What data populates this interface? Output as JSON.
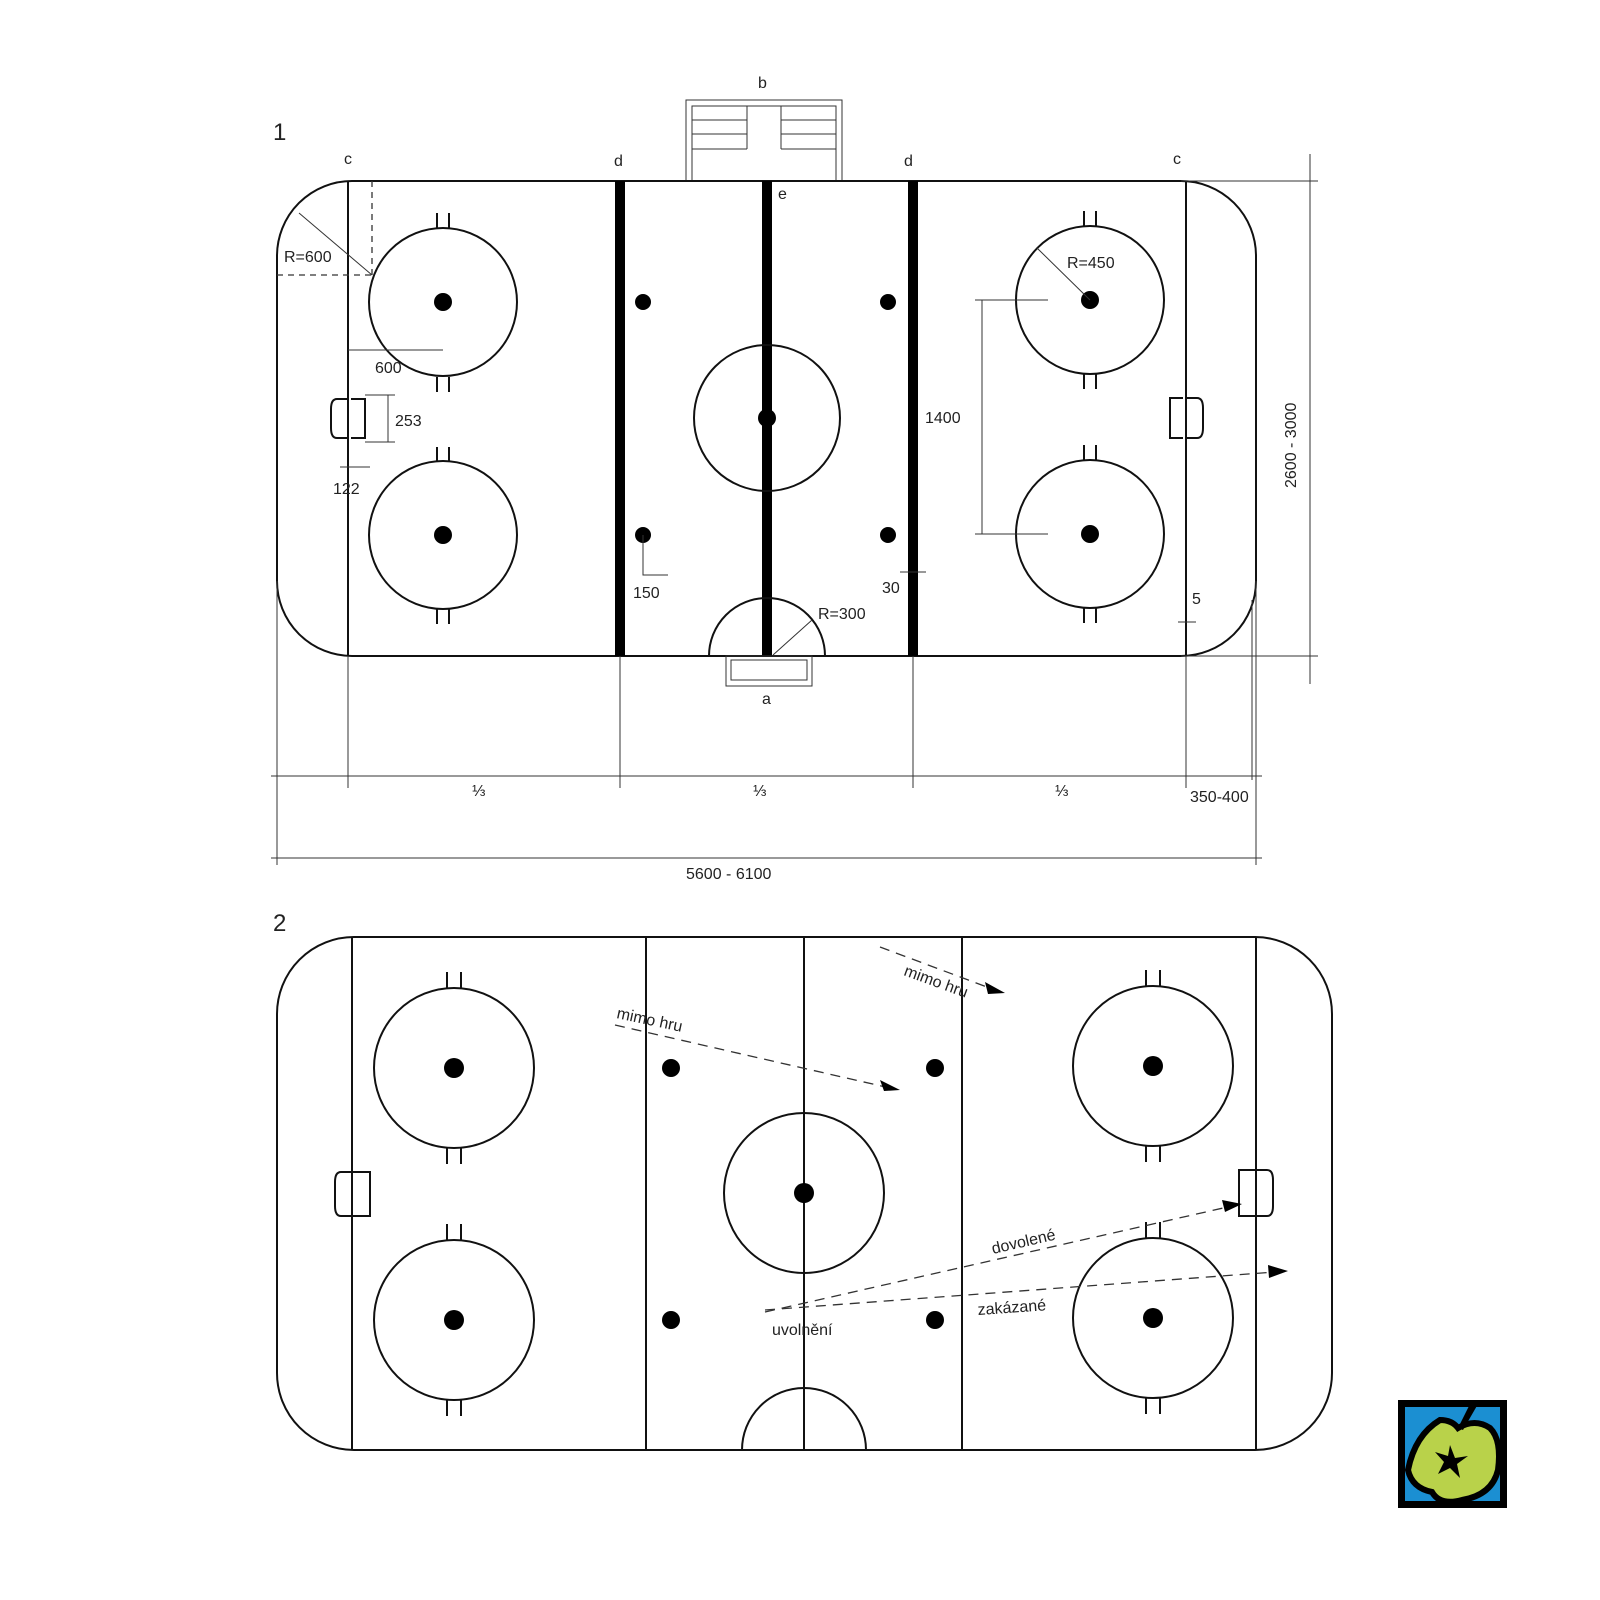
{
  "figure1": {
    "number": "1",
    "labels": {
      "a": "a",
      "b": "b",
      "c_left": "c",
      "c_right": "c",
      "d_left": "d",
      "d_right": "d",
      "e": "e"
    },
    "dimensions": {
      "corner_radius": "R=600",
      "circle_radius": "R=450",
      "center_radius": "R=300",
      "d600": "600",
      "d253": "253",
      "d122": "122",
      "d150": "150",
      "d30": "30",
      "d1400": "1400",
      "d5": "5",
      "third1": "⅓",
      "third2": "⅓",
      "third3": "⅓",
      "end_zone": "350-400",
      "total_length": "5600 - 6100",
      "total_width": "2600 - 3000"
    }
  },
  "figure2": {
    "number": "2",
    "arrows": {
      "offside1": "mimo hru",
      "offside2": "mimo hru",
      "allowed": "dovolené",
      "forbidden": "zakázané",
      "release": "uvolnění"
    }
  },
  "logo": {
    "colors": {
      "bg": "#1b8fd2",
      "apple": "#b9d24a",
      "outline": "#000000"
    }
  }
}
